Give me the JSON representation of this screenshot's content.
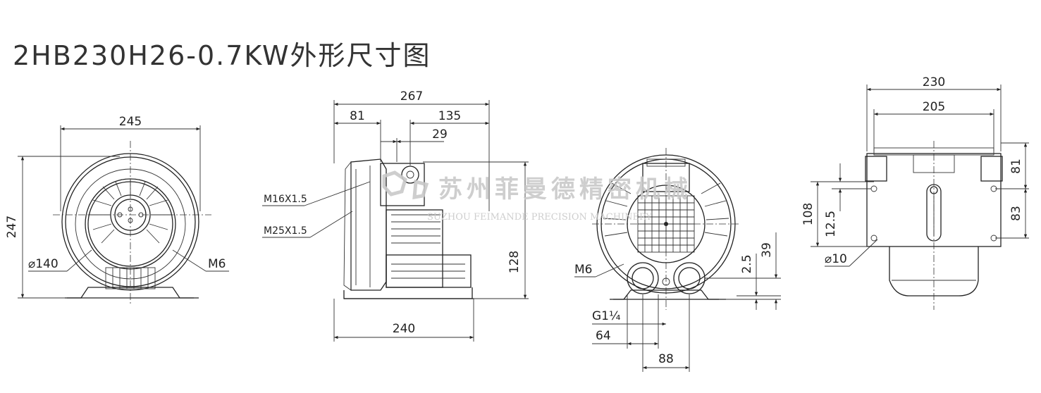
{
  "title": "2HB230H26-0.7KW外形尺寸图",
  "watermark": {
    "company_cn": "苏州菲曼德精密机械",
    "company_en": "SUZHOU FEIMANDE PRECISION MACHINERY"
  },
  "front_view": {
    "width": "245",
    "height": "247",
    "inner_dia": "⌀140",
    "bolt": "M6"
  },
  "side_view": {
    "overall": "267",
    "d81": "81",
    "d135": "135",
    "d29": "29",
    "base_width": "240",
    "height_128": "128",
    "cable_gland_1": "M16X1.5",
    "cable_gland_2": "M25X1.5"
  },
  "rear_view": {
    "bolt": "M6",
    "port_thread": "G1¼",
    "d64": "64",
    "d88": "88",
    "d2_5": "2.5",
    "d39": "39"
  },
  "right_view": {
    "overall": "230",
    "inner": "205",
    "d108": "108",
    "d12_5": "12.5",
    "d81": "81",
    "d83": "83",
    "hole": "⌀10"
  }
}
